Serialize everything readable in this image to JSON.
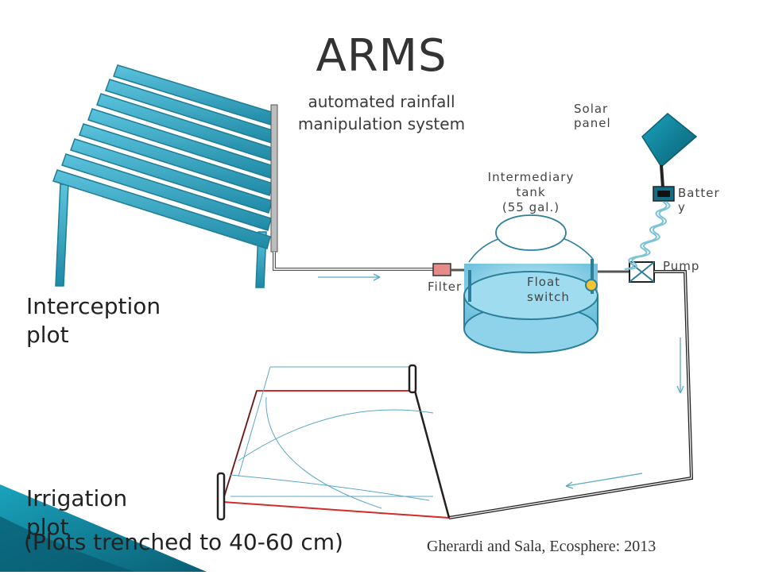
{
  "slide": {
    "title": "ARMS",
    "subtitle_line1": "automated rainfall",
    "subtitle_line2": "manipulation system",
    "citation": "Gherardi and Sala, Ecosphere: 2013"
  },
  "labels": {
    "solar_panel_line1": "Solar",
    "solar_panel_line2": "panel",
    "intermediary_tank_line1": "Intermediary",
    "intermediary_tank_line2": "tank",
    "intermediary_tank_line3": "(55 gal.)",
    "battery_line1": "Batter",
    "battery_line2": "y",
    "pump": "Pump",
    "filter": "Filter",
    "float_switch_line1": "Float",
    "float_switch_line2": "switch",
    "interception_plot_line1": "Interception",
    "interception_plot_line2": "plot",
    "irrigation_plot_line1": "Irrigation",
    "irrigation_plot_line2": "plot",
    "trench_note": "(Plots trenched to 40-60 cm)"
  },
  "colors": {
    "slat": "#3aa6c4",
    "slat_dark": "#1f7d96",
    "tank": "#8fd3ea",
    "filter": "#e8898a",
    "plot_border": "#d42a2a",
    "accent_corner": "#0d7f97"
  }
}
